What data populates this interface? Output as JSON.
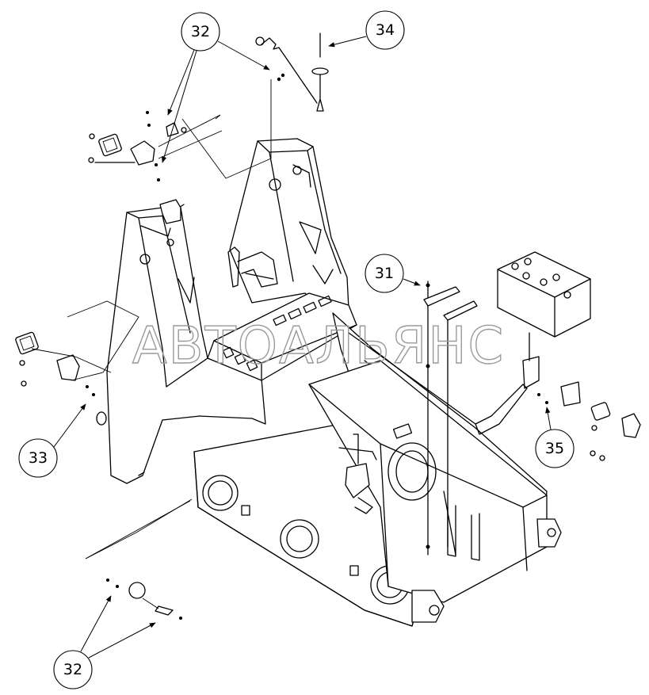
{
  "watermark": "АВТОАЛЬЯНС",
  "callouts": [
    {
      "id": "c32a",
      "label": "32"
    },
    {
      "id": "c34",
      "label": "34"
    },
    {
      "id": "c31",
      "label": "31"
    },
    {
      "id": "c33",
      "label": "33"
    },
    {
      "id": "c35",
      "label": "35"
    },
    {
      "id": "c32b",
      "label": "32"
    }
  ]
}
